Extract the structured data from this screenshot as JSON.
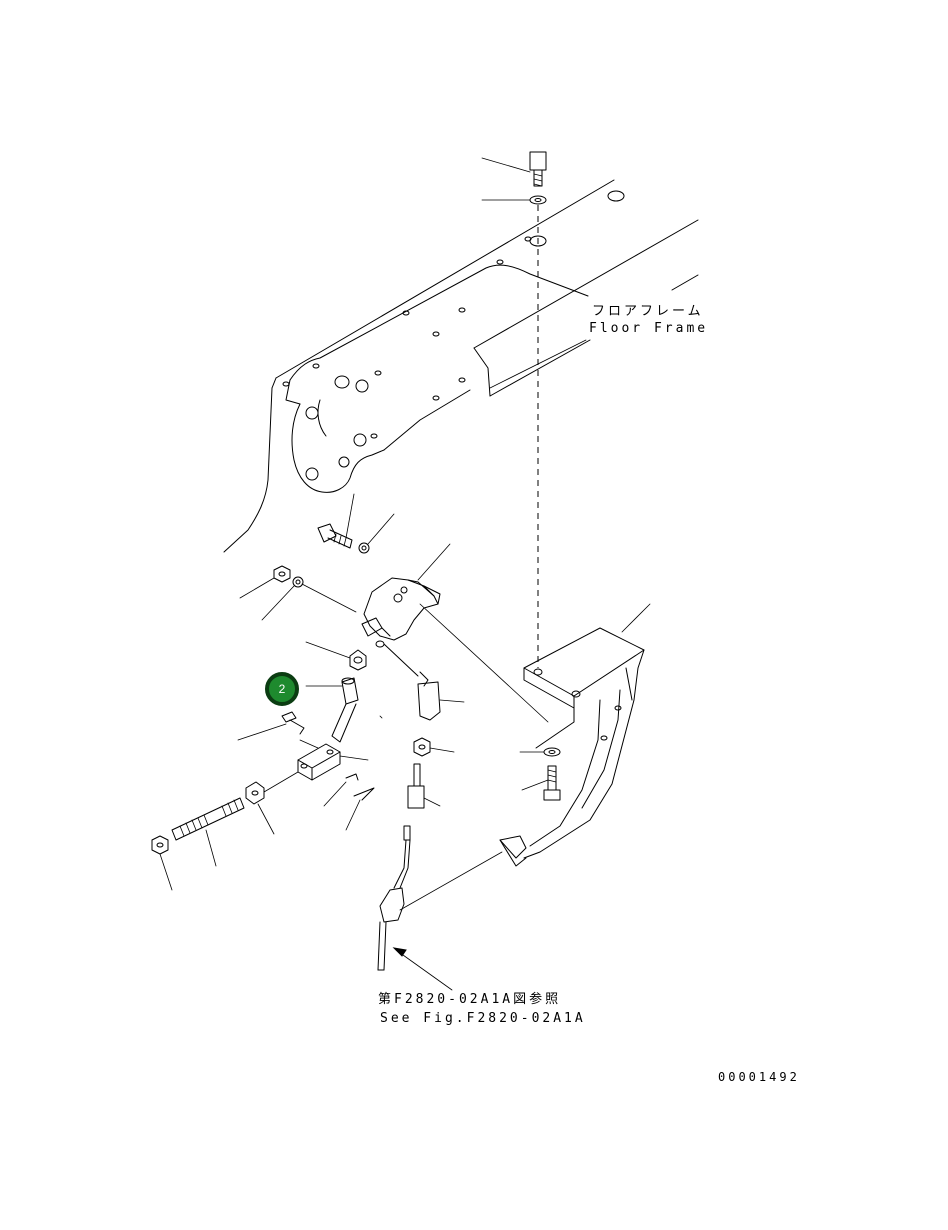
{
  "labels": {
    "floor_frame_jp": "フロアフレーム",
    "floor_frame_en": "Floor Frame",
    "see_fig_jp": "第F2820-02A1A図参照",
    "see_fig_en": "See Fig.F2820-02A1A",
    "drawing_number": "00001492"
  },
  "callout": {
    "number": "2",
    "color": "#1e8a2e",
    "border_color": "#0b3d12"
  }
}
